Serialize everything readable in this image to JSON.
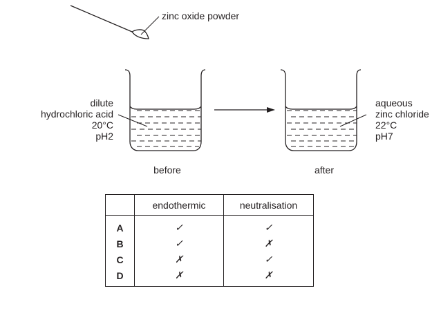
{
  "labels": {
    "spatula": "zinc oxide powder",
    "before_solution": [
      "dilute",
      "hydrochloric acid",
      "20°C",
      "pH2"
    ],
    "after_solution": [
      "aqueous",
      "zinc chloride",
      "22°C",
      "pH7"
    ],
    "before_caption": "before",
    "after_caption": "after"
  },
  "table": {
    "headers": [
      "",
      "endothermic",
      "neutralisation"
    ],
    "rows": [
      {
        "option": "A",
        "endothermic": "✓",
        "neutralisation": "✓"
      },
      {
        "option": "B",
        "endothermic": "✓",
        "neutralisation": "✗"
      },
      {
        "option": "C",
        "endothermic": "✗",
        "neutralisation": "✓"
      },
      {
        "option": "D",
        "endothermic": "✗",
        "neutralisation": "✗"
      }
    ]
  }
}
